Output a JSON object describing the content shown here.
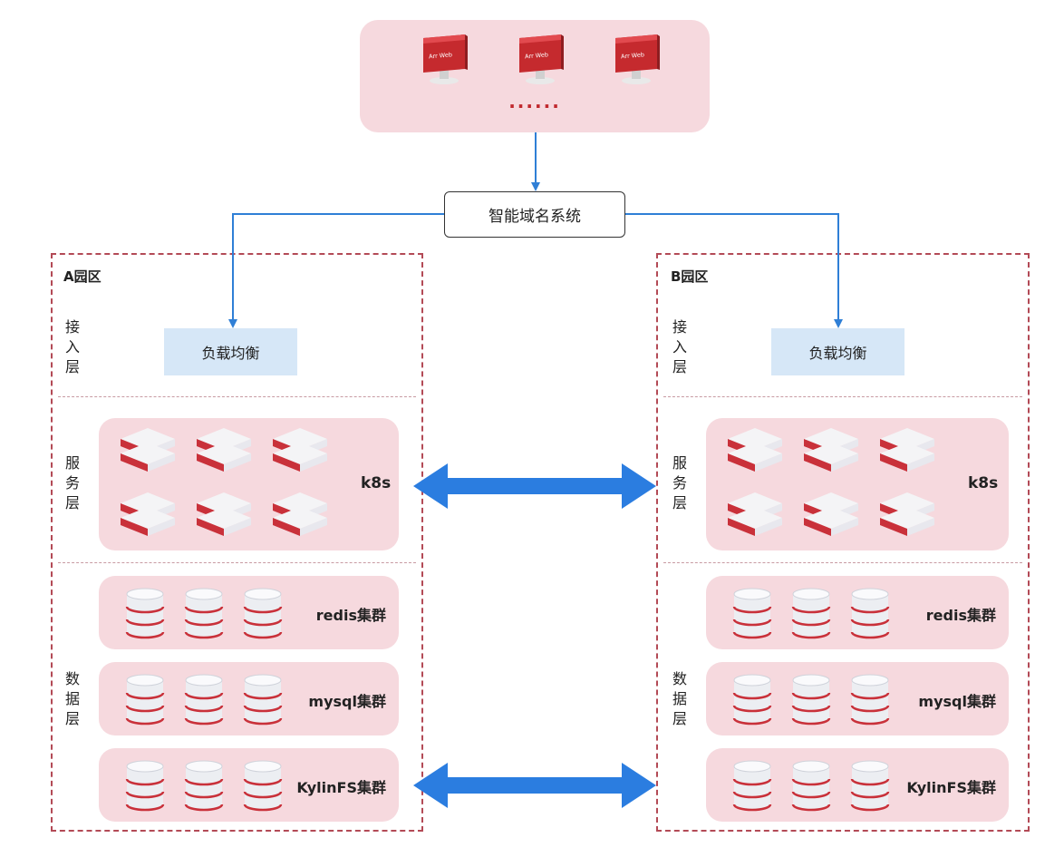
{
  "clients": {
    "screen_text": "Arr Web",
    "ellipsis": "......",
    "count": 3
  },
  "dns": {
    "label": "智能域名系统"
  },
  "parks": [
    {
      "id": "a",
      "title": "A园区",
      "access_layer": {
        "label_chars": [
          "接",
          "入",
          "层"
        ],
        "load_balancer": "负载均衡"
      },
      "service_layer": {
        "label_chars": [
          "服",
          "务",
          "层"
        ],
        "cluster_label": "k8s",
        "server_count": 6
      },
      "data_layer": {
        "label_chars": [
          "数",
          "据",
          "层"
        ],
        "clusters": [
          {
            "label": "redis集群"
          },
          {
            "label": "mysql集群"
          },
          {
            "label": "KylinFS集群"
          }
        ]
      }
    },
    {
      "id": "b",
      "title": "B园区",
      "access_layer": {
        "label_chars": [
          "接",
          "入",
          "层"
        ],
        "load_balancer": "负载均衡"
      },
      "service_layer": {
        "label_chars": [
          "服",
          "务",
          "层"
        ],
        "cluster_label": "k8s",
        "server_count": 6
      },
      "data_layer": {
        "label_chars": [
          "数",
          "据",
          "层"
        ],
        "clusters": [
          {
            "label": "redis集群"
          },
          {
            "label": "mysql集群"
          },
          {
            "label": "KylinFS集群"
          }
        ]
      }
    }
  ],
  "colors": {
    "pink_panel": "#f6d9de",
    "load_balancer_fill": "#d6e7f7",
    "arrow_blue": "#2f7fd6",
    "sync_arrow_blue": "#2b7de0",
    "dashed_border": "#b34a56",
    "client_red": "#c52a2e"
  },
  "icons": [
    "client-monitor-icon",
    "server-icon",
    "database-icon"
  ]
}
